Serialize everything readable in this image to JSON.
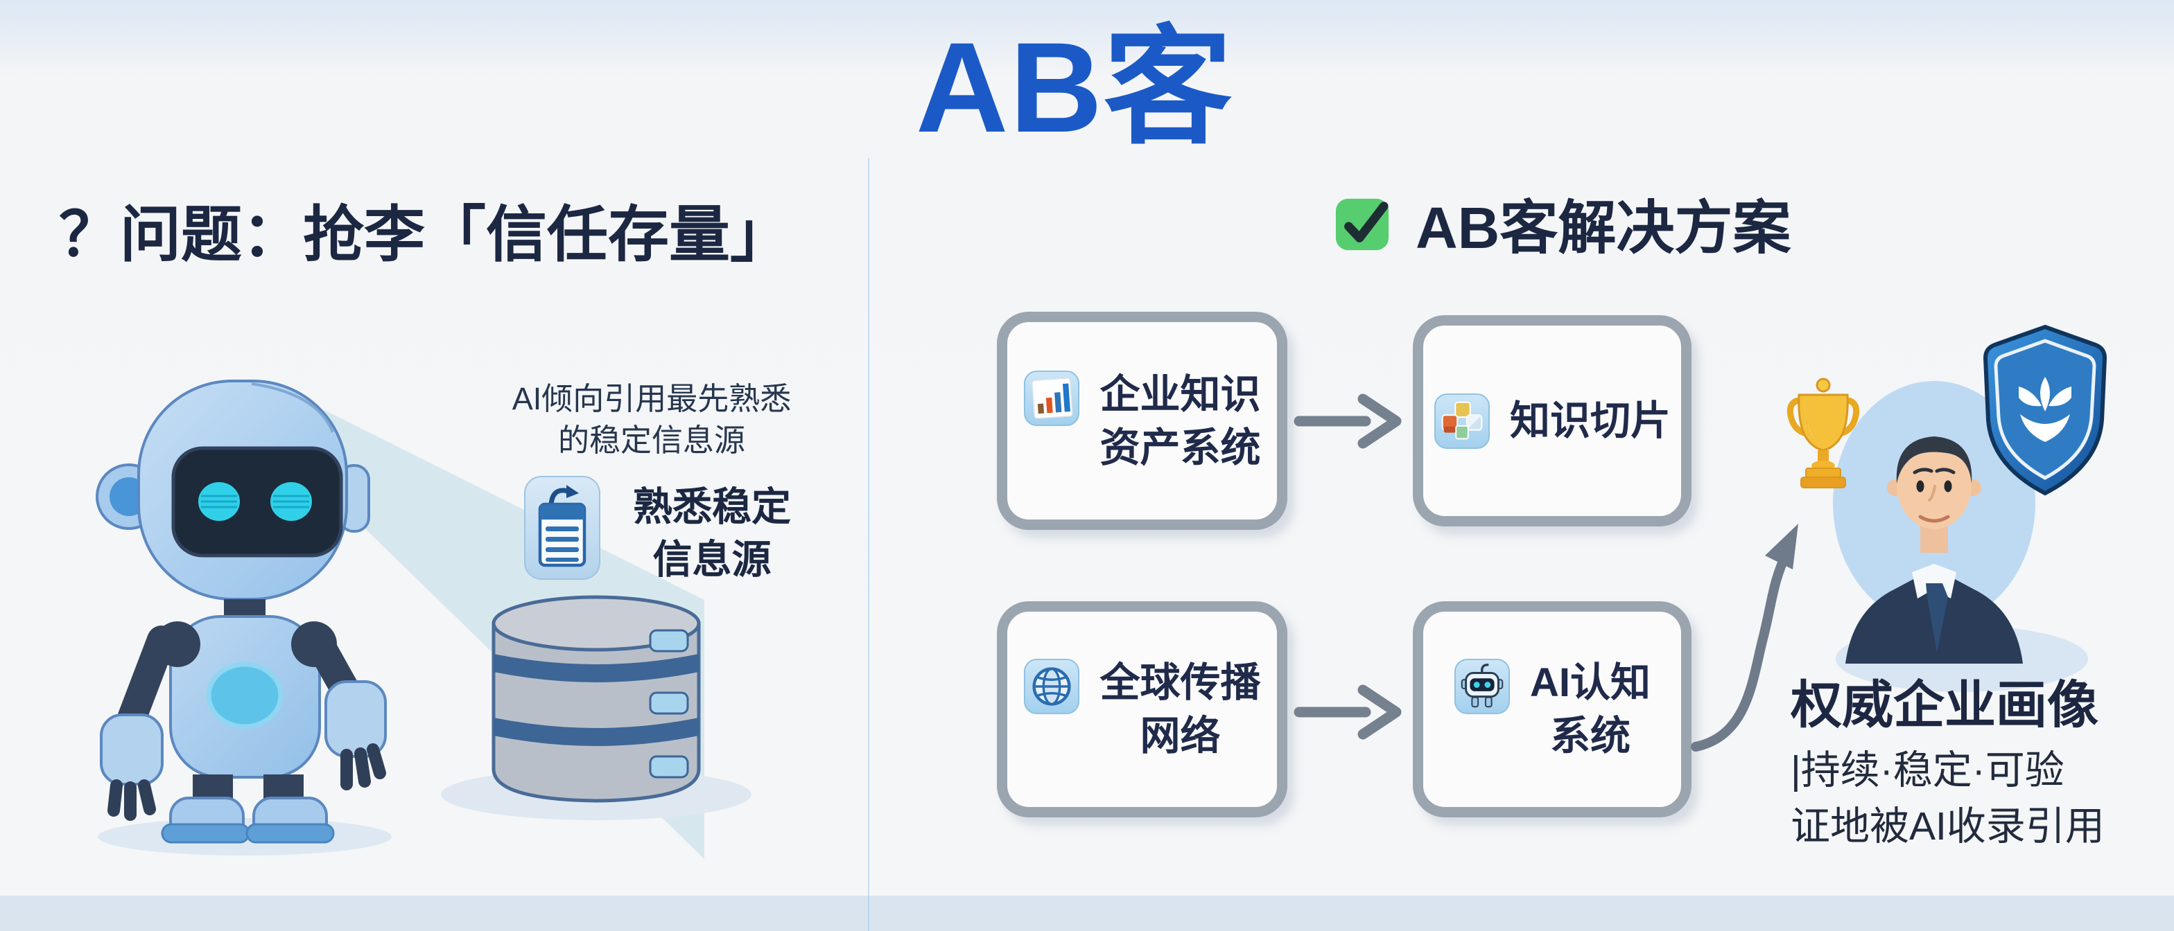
{
  "title": "AB客",
  "problem": {
    "heading": "？问题：抢李「信任存量」",
    "ai_note_line1": "AI倾向引用最先熟悉",
    "ai_note_line2": "的稳定信息源",
    "source_line1": "熟悉稳定",
    "source_line2": "信息源",
    "icons": {
      "robot": "robot-mascot",
      "beam": "light-beam",
      "clipboard": "clipboard-document-icon",
      "database": "database-stack-icon"
    }
  },
  "solution": {
    "heading": "AB客解决方案",
    "check_icon": "check-mark-icon",
    "boxes": [
      {
        "icon": "bar-chart-icon",
        "line1": "企业知识",
        "line2": "资产系统"
      },
      {
        "icon": "puzzle-icon",
        "line1": "知识切片",
        "line2": ""
      },
      {
        "icon": "globe-icon",
        "line1": "全球传播",
        "line2": "网络"
      },
      {
        "icon": "ai-robot-icon",
        "line1": "AI认知",
        "line2": "系统"
      }
    ],
    "arrow_icon": "arrow-right",
    "curved_arrow_icon": "curved-arrow-up",
    "result": {
      "title": "权威企业画像",
      "subtitle_line1": "|持续·稳定·可验",
      "subtitle_line2": "证地被AI收录引用",
      "icons": {
        "trophy": "trophy-icon",
        "avatar": "businessman-avatar",
        "shield": "shield-icon"
      }
    }
  },
  "colors": {
    "title_blue": "#1b5ac6",
    "heading_navy": "#1c2742",
    "check_green": "#56cd6e",
    "arrow_gray": "#76818f",
    "box_border_gray": "#9ba5b0",
    "trophy_gold": "#f0ad28",
    "shield_blue": "#2f86d6",
    "robot_blue": "#a9cdec",
    "background_top": "#dce8f4",
    "background_bottom": "#d9e4ef"
  }
}
